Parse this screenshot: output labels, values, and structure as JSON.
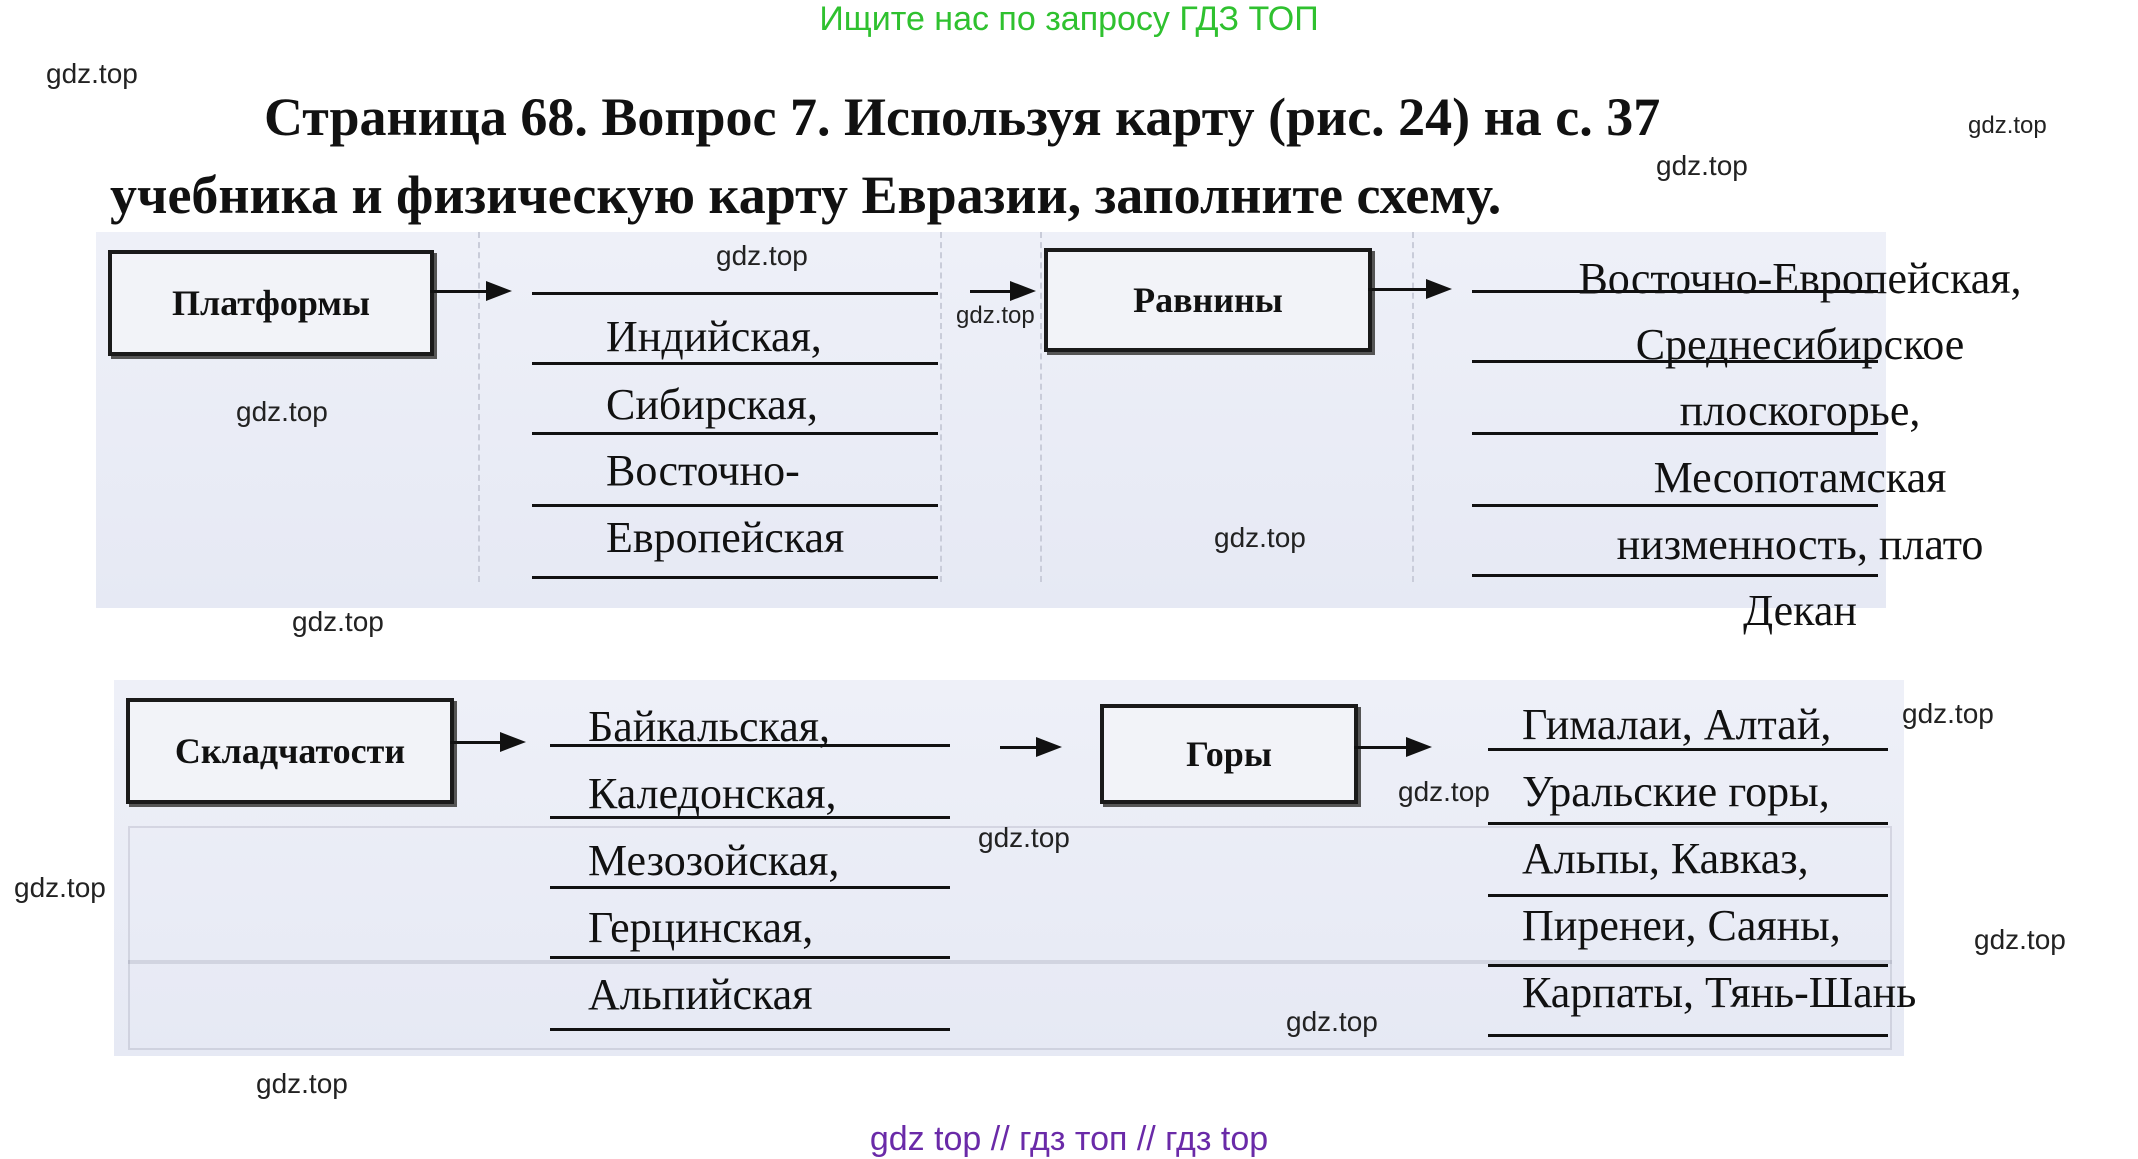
{
  "banner": "Ищите нас по запросу ГДЗ ТОП",
  "watermark": "gdz.top",
  "title": {
    "line1": "Страница 68. Вопрос 7. Используя карту (рис. 24) на с. 37",
    "line2": "учебника и физическую карту Евразии, заполните схему."
  },
  "scheme1": {
    "left_box": "Платформы",
    "left_answers": [
      "Индийская,",
      "Сибирская,",
      "Восточно-",
      "Европейская"
    ],
    "right_box": "Равнины",
    "right_answers": [
      "Восточно-Европейская,",
      "Среднесибирское",
      "плоскогорье,",
      "Месопотамская",
      "низменность, плато",
      "Декан"
    ]
  },
  "scheme2": {
    "left_box": "Складчатости",
    "left_answers": [
      "Байкальская,",
      "Каледонская,",
      "Мезозойская,",
      "Герцинская,",
      "Альпийская"
    ],
    "right_box": "Горы",
    "right_answers": [
      "Гималаи, Алтай,",
      "Уральские горы,",
      "Альпы, Кавказ,",
      "Пиренеи, Саяны,",
      "Карпаты, Тянь-Шань"
    ]
  },
  "footer": "gdz top  //  гдз топ  //  гдз top"
}
